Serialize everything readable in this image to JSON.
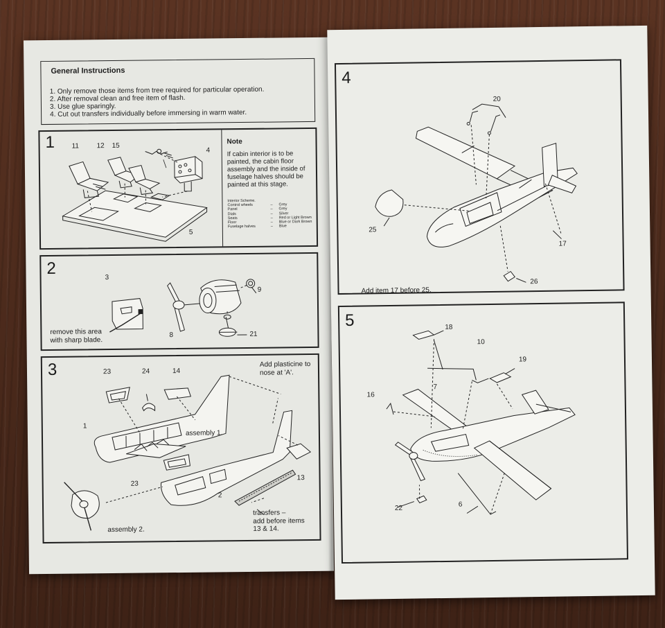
{
  "general_instructions": {
    "title": "General Instructions",
    "items": [
      "1. Only remove those items from tree required for particular operation.",
      "2. After removal clean and free item of flash.",
      "3. Use glue sparingly.",
      "4. Cut out transfers individually before immersing in warm water."
    ]
  },
  "step1": {
    "number": "1",
    "labels": {
      "p11": "11",
      "p12": "12",
      "p15": "15",
      "p4": "4",
      "p5": "5"
    },
    "note": {
      "title": "Note",
      "body": "If cabin interior is to be painted, the cabin floor assembly and the inside of fuselage halves should be painted at this stage."
    },
    "scheme": {
      "title": "Interior Scheme.",
      "rows": [
        {
          "part": "Control wheels",
          "dash": "–",
          "colour": "Grey"
        },
        {
          "part": "Panel",
          "dash": "–",
          "colour": "Grey"
        },
        {
          "part": "Dials",
          "dash": "–",
          "colour": "Silver"
        },
        {
          "part": "Seats",
          "dash": "–",
          "colour": "Red or Light Brown"
        },
        {
          "part": "Floor",
          "dash": "–",
          "colour": "Blue or Dark Brown"
        },
        {
          "part": "Fuselage halves",
          "dash": "–",
          "colour": "Blue"
        }
      ]
    }
  },
  "step2": {
    "number": "2",
    "labels": {
      "p3": "3",
      "p8": "8",
      "p9": "9",
      "p21": "21"
    },
    "remove_note_line1": "remove this area",
    "remove_note_line2": "with sharp blade."
  },
  "step3": {
    "number": "3",
    "labels": {
      "p23a": "23",
      "p24": "24",
      "p14": "14",
      "p1": "1",
      "p23b": "23",
      "p2": "2",
      "p13": "13"
    },
    "plasticine_line1": "Add plasticine to",
    "plasticine_line2": "nose at 'A'.",
    "assembly1": "assembly 1.",
    "assembly2": "assembly 2.",
    "transfers_line1": "transfers –",
    "transfers_line2": "add before items",
    "transfers_line3": "13 & 14."
  },
  "step4": {
    "number": "4",
    "labels": {
      "p20": "20",
      "p25": "25",
      "p17": "17",
      "p26": "26"
    },
    "note": "Add item 17 before 25."
  },
  "step5": {
    "number": "5",
    "labels": {
      "p18": "18",
      "p10": "10",
      "p19": "19",
      "p16": "16",
      "p7": "7",
      "p22": "22",
      "p6": "6"
    }
  }
}
